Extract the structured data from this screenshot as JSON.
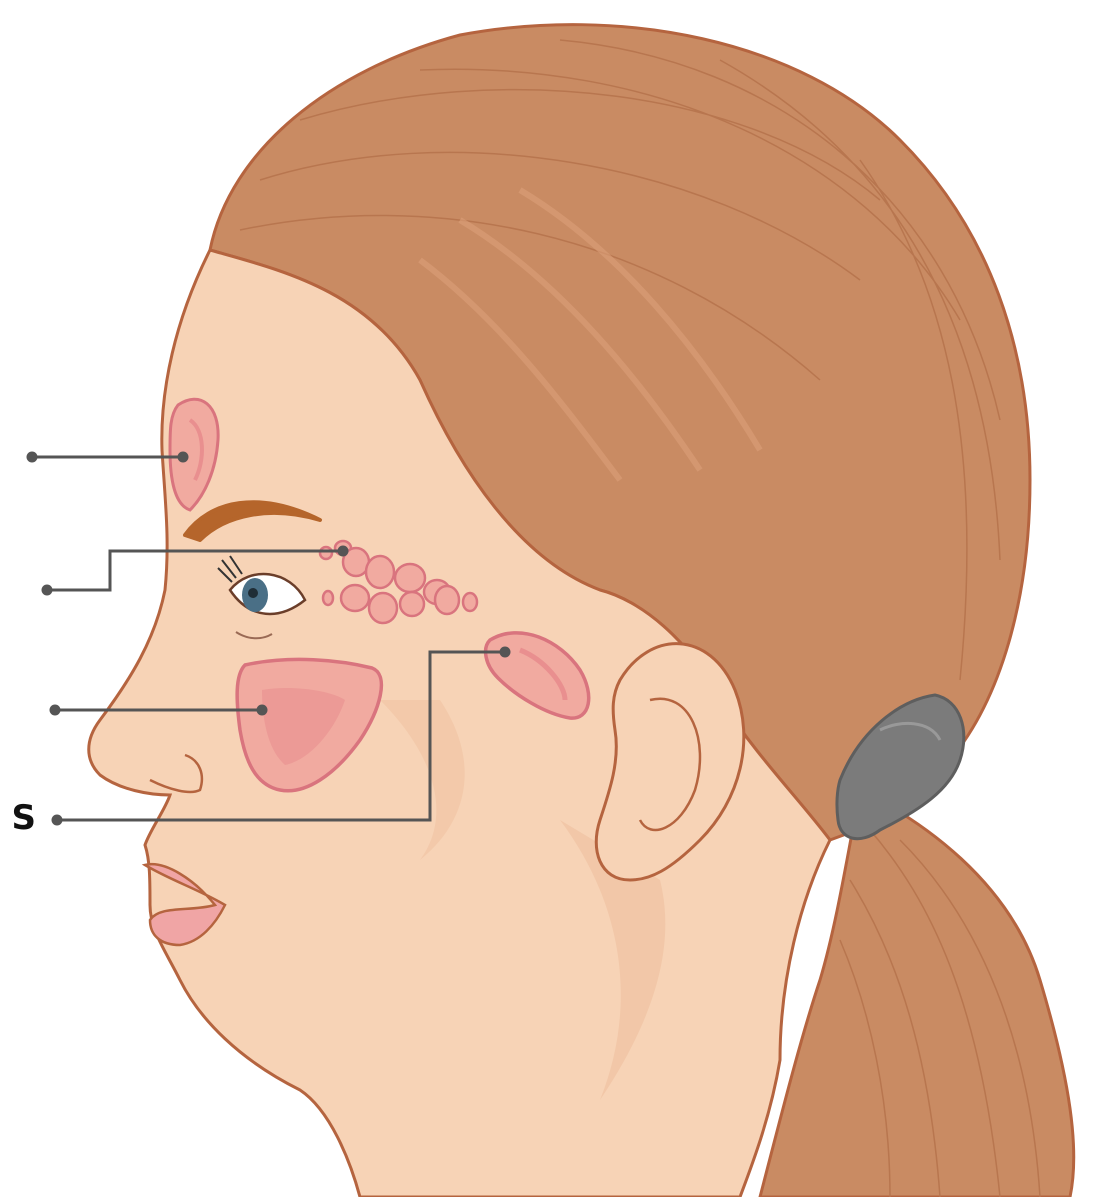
{
  "diagram": {
    "labels": [
      {
        "id": "frontal",
        "text": ""
      },
      {
        "id": "ethmoid",
        "text": ""
      },
      {
        "id": "maxillary",
        "text": ""
      },
      {
        "id": "sphenoid",
        "text": "S"
      }
    ]
  },
  "colors": {
    "hair": "#c98b63",
    "hair_dark": "#b8764f",
    "hair_light": "#dca07a",
    "skin": "#f7d3b6",
    "skin_shadow": "#efbf9e",
    "outline": "#b5643f",
    "sinus_fill": "#f1aaa0",
    "sinus_outline": "#d9747e",
    "sinus_inner": "#e98f8f",
    "leader_line": "#555555",
    "hair_tie": "#7b7b7b",
    "eye_iris": "#4a6f86",
    "lips": "#f0a5a5",
    "eyebrow": "#b5652b"
  },
  "icons": [
    "head-profile-illustration",
    "hair-tie-icon",
    "eye-icon",
    "ear-icon"
  ]
}
